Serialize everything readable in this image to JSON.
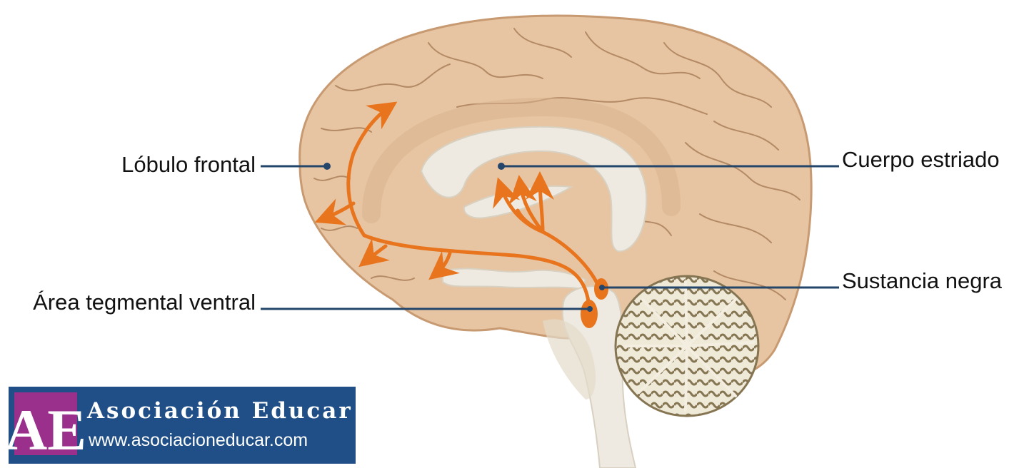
{
  "labels": {
    "frontal_lobe": "Lóbulo frontal",
    "vta": "Área tegmental ventral",
    "striatum": "Cuerpo estriado",
    "substantia_nigra": "Sustancia negra"
  },
  "logo": {
    "monogram": "AE",
    "title": "Asociación Educar",
    "url": "www.asociacioneducar.com"
  },
  "colors": {
    "brain_fill": "#e7c5a2",
    "brain_edge": "#c89a72",
    "sulcus": "#b48a66",
    "white_matter": "#eeeae1",
    "pathway": "#e8741e",
    "leader_line": "#24466b",
    "cerebellum": "#8a7a56",
    "logo_bg": "#1f4f86",
    "logo_monogram_bg": "#9a2f8c"
  },
  "icons": {
    "arrowhead": "pathway-arrowhead"
  }
}
